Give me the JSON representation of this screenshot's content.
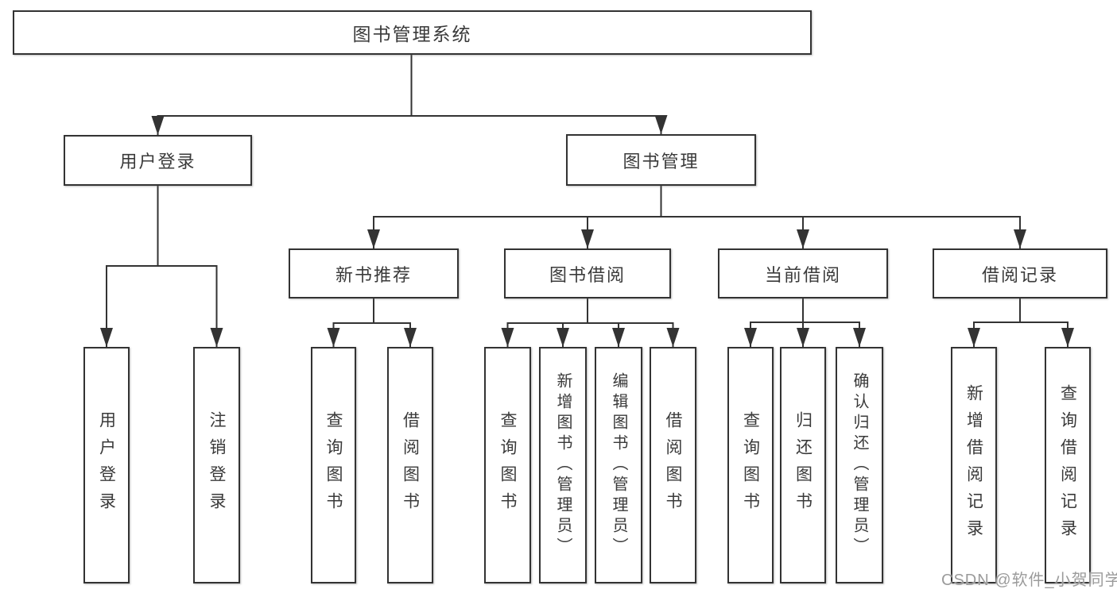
{
  "diagram_title": "图书管理系统",
  "tree": {
    "root": {
      "label": "图书管理系统"
    },
    "level1": [
      {
        "label": "用户登录",
        "parent": "图书管理系统"
      },
      {
        "label": "图书管理",
        "parent": "图书管理系统"
      }
    ],
    "level2": [
      {
        "label": "新书推荐",
        "parent": "图书管理"
      },
      {
        "label": "图书借阅",
        "parent": "图书管理"
      },
      {
        "label": "当前借阅",
        "parent": "图书管理"
      },
      {
        "label": "借阅记录",
        "parent": "图书管理"
      }
    ],
    "leaves": [
      {
        "label": "用户登录",
        "parent": "用户登录"
      },
      {
        "label": "注销登录",
        "parent": "用户登录"
      },
      {
        "label": "查询图书",
        "parent": "新书推荐"
      },
      {
        "label": "借阅图书",
        "parent": "新书推荐"
      },
      {
        "label": "查询图书",
        "parent": "图书借阅"
      },
      {
        "label": "新增图书（管理员）",
        "parent": "图书借阅"
      },
      {
        "label": "编辑图书（管理员）",
        "parent": "图书借阅"
      },
      {
        "label": "借阅图书",
        "parent": "图书借阅"
      },
      {
        "label": "查询图书",
        "parent": "当前借阅"
      },
      {
        "label": "归还图书",
        "parent": "当前借阅"
      },
      {
        "label": "确认归还（管理员）",
        "parent": "当前借阅"
      },
      {
        "label": "新增借阅记录",
        "parent": "借阅记录"
      },
      {
        "label": "查询借阅记录",
        "parent": "借阅记录"
      }
    ]
  },
  "watermark": {
    "text": "CSDN @软件_小贺同学"
  },
  "colors": {
    "line": "#333333",
    "box_border": "#333333",
    "text": "#3a3a3a",
    "background": "#ffffff",
    "watermark": "#9b9b9b"
  }
}
